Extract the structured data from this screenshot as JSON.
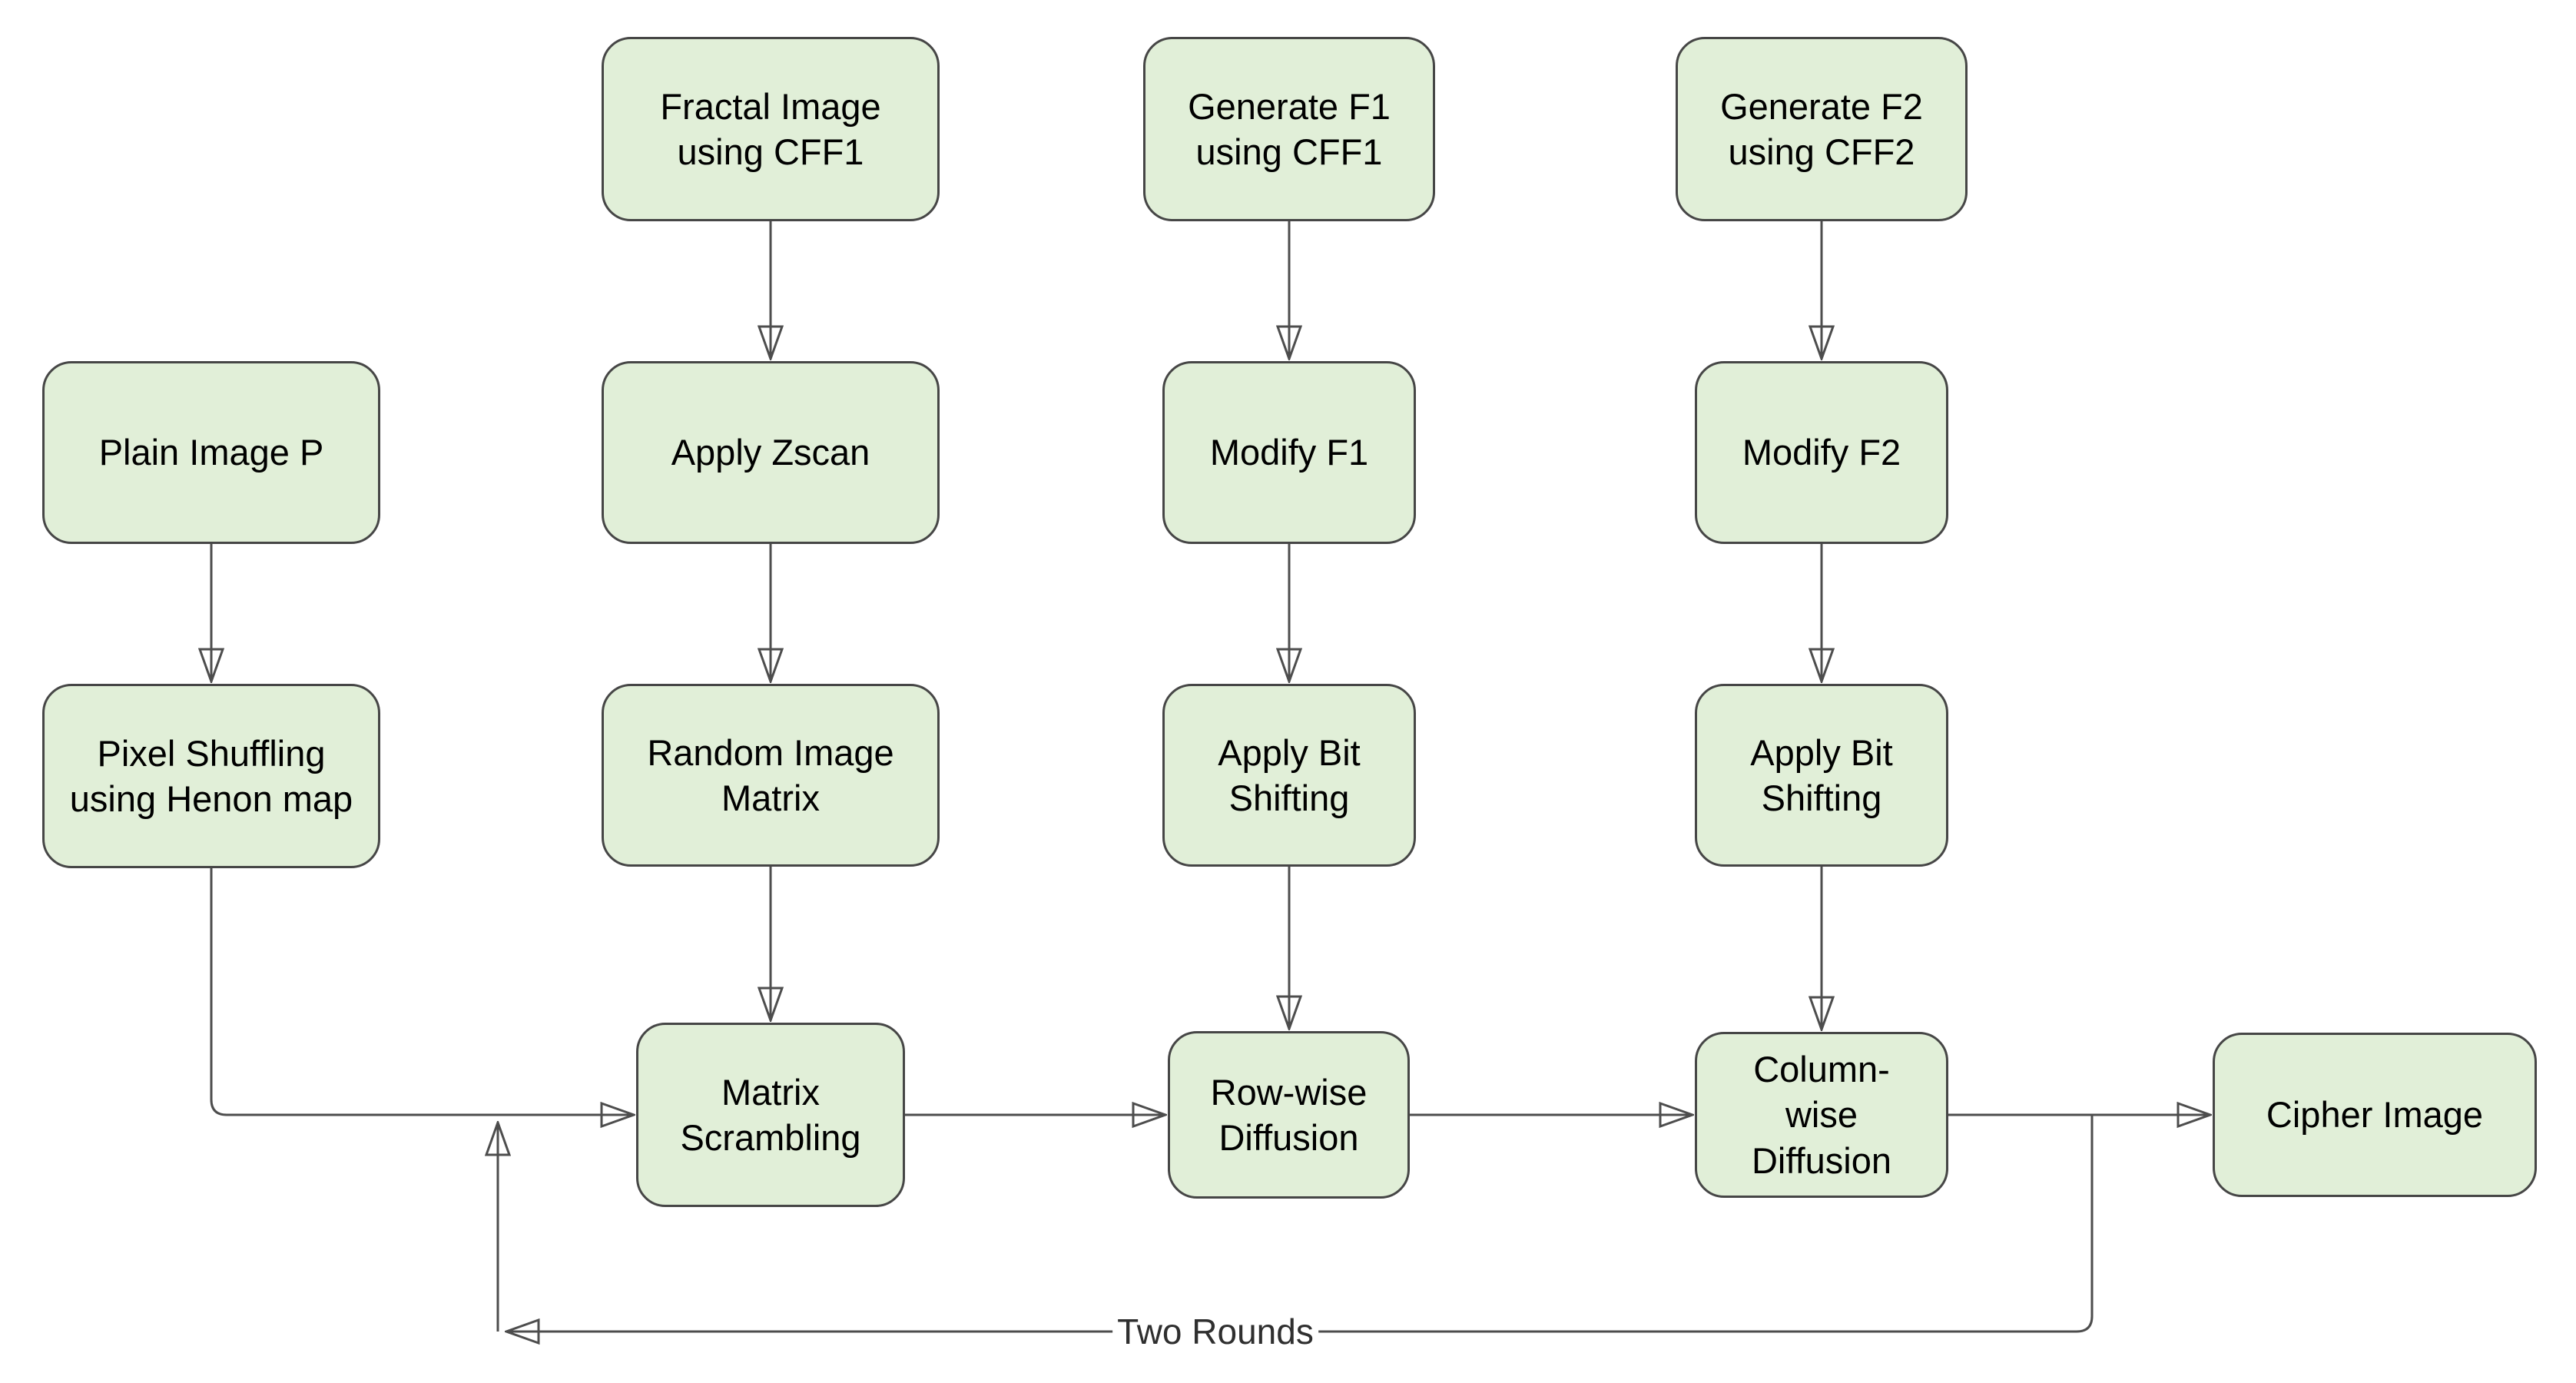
{
  "diagram": {
    "colors": {
      "node_fill": "#e1efd8",
      "node_border": "#464646",
      "connector": "#4d4d4d",
      "text": "#000000",
      "background": "#ffffff"
    },
    "nodes": {
      "plain_image": {
        "label": "Plain Image P"
      },
      "pixel_shuffling": {
        "label": "Pixel Shuffling using Henon map"
      },
      "fractal_image": {
        "label": "Fractal Image using CFF1"
      },
      "apply_zscan": {
        "label": "Apply Zscan"
      },
      "random_image_matrix": {
        "label": "Random Image Matrix"
      },
      "matrix_scrambling": {
        "label": "Matrix Scrambling"
      },
      "generate_f1": {
        "label": "Generate F1 using CFF1"
      },
      "modify_f1": {
        "label": "Modify F1"
      },
      "apply_bit_shifting_1": {
        "label": "Apply Bit Shifting"
      },
      "row_wise_diffusion": {
        "label": "Row-wise Diffusion"
      },
      "generate_f2": {
        "label": "Generate F2 using CFF2"
      },
      "modify_f2": {
        "label": "Modify F2"
      },
      "apply_bit_shifting_2": {
        "label": "Apply Bit Shifting"
      },
      "column_wise_diffusion": {
        "label": "Column-wise Diffusion"
      },
      "cipher_image": {
        "label": "Cipher Image"
      }
    },
    "edge_labels": {
      "feedback": "Two Rounds"
    }
  }
}
